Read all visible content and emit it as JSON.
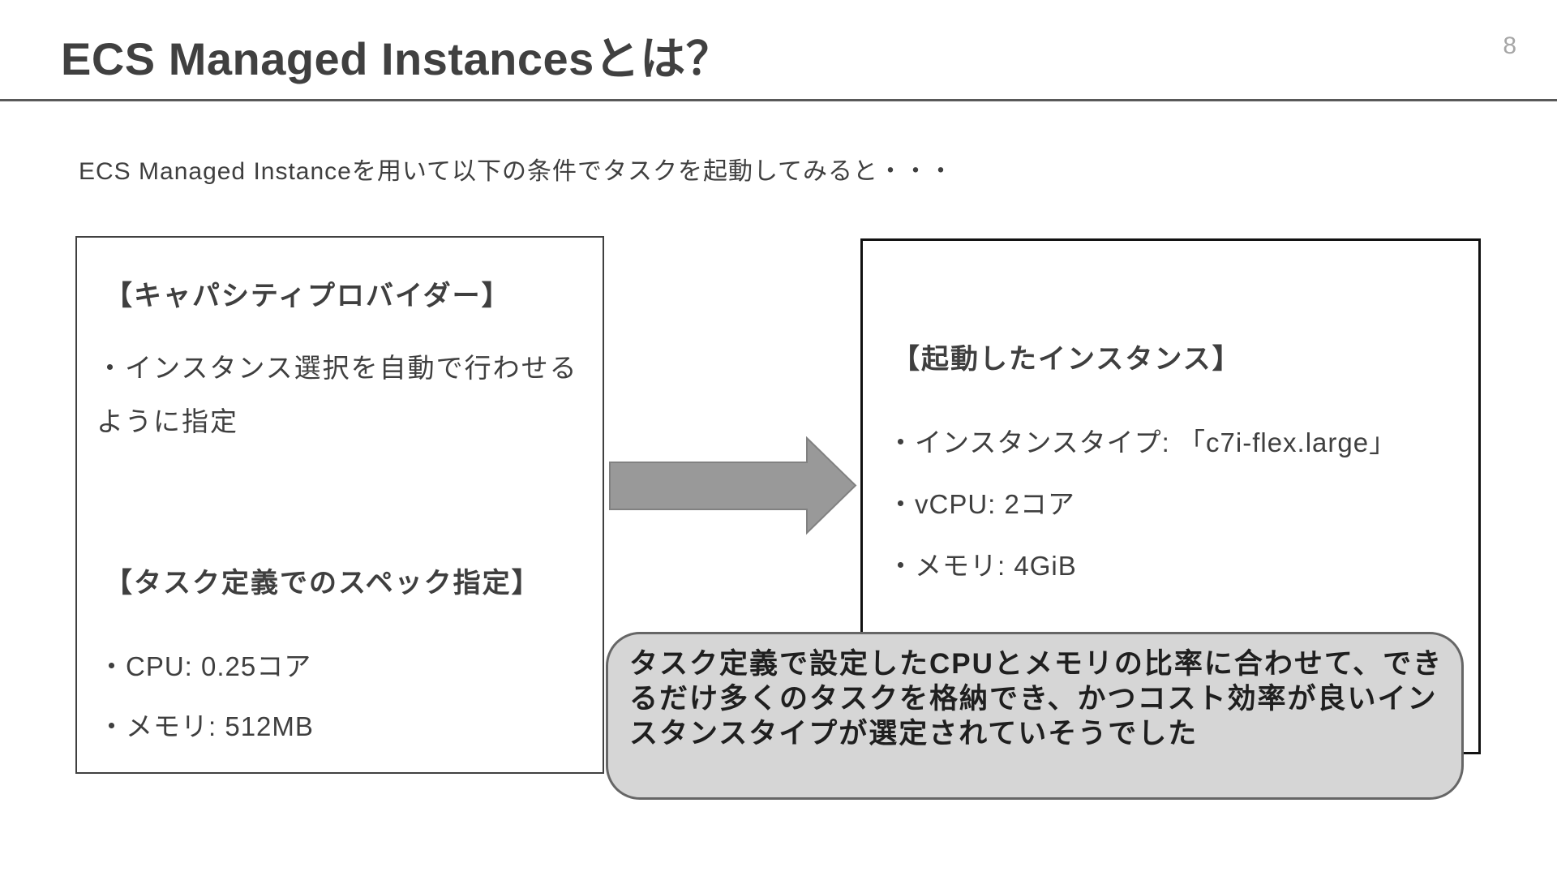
{
  "header": {
    "title": "ECS Managed Instancesとは？",
    "page_number": "8"
  },
  "intro": {
    "text": "ECS Managed Instanceを用いて以下の条件でタスクを起動してみると・・・"
  },
  "capacity_box": {
    "provider_heading": "【キャパシティプロバイダー】",
    "provider_item": "・インスタンス選択を自動で行わせるように指定",
    "spec_heading": "【タスク定義でのスペック指定】",
    "spec_items": [
      "・CPU: 0.25コア",
      "・メモリ: 512MB"
    ]
  },
  "result_box": {
    "heading": "【起動したインスタンス】",
    "items": [
      "・インスタンスタイプ: 「c7i-flex.large」",
      "・vCPU: 2コア",
      "・メモリ: 4GiB"
    ]
  },
  "arrow": {
    "direction": "right"
  },
  "callout": {
    "text": "タスク定義で設定したCPUとメモリの比率に合わせて、できるだけ多くのタスクを格納でき、かつコスト効率が良いインスタンスタイプが選定されていそうでした",
    "lines": [
      "タスク定義で設定したCPUとメモリの比率に合わせて、でき",
      "るだけ多くのタスクを格納でき、かつコスト効率が良いイン",
      "スタンスタイプが選定されていそうでした"
    ]
  },
  "colors": {
    "title_text": "#404040",
    "body_text": "#3f3f3f",
    "divider": "#595959",
    "page_number": "#a6a6a6",
    "left_box_border": "#404040",
    "right_box_border": "#111111",
    "arrow_fill": "#999999",
    "arrow_stroke": "#818181",
    "callout_fill": "#d6d6d6",
    "callout_border": "#666666",
    "callout_text": "#1f1f1f"
  }
}
